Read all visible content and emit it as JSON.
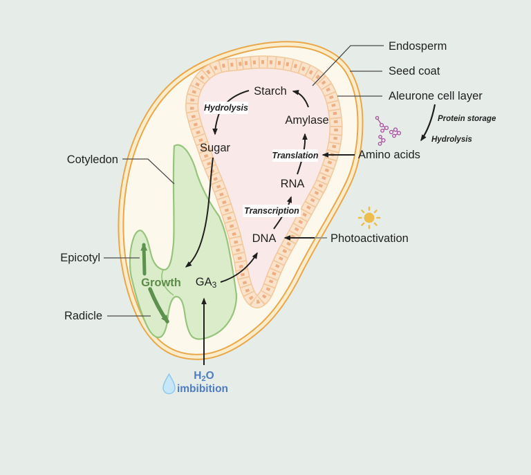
{
  "anatomy": {
    "endosperm": "Endosperm",
    "seed_coat": "Seed coat",
    "aleurone_cell_layer": "Aleurone cell layer",
    "cotyledon": "Cotyledon",
    "epicotyl": "Epicotyl",
    "radicle": "Radicle"
  },
  "pathway": {
    "starch": "Starch",
    "sugar": "Sugar",
    "amylase": "Amylase",
    "rna": "RNA",
    "dna": "DNA",
    "ga_base": "GA",
    "ga_subscript": "3",
    "growth": "Growth"
  },
  "processes": {
    "hydrolysis": "Hydrolysis",
    "translation": "Translation",
    "transcription": "Transcription",
    "protein_storage": "Protein storage",
    "protein_hydrolysis": "Hydrolysis"
  },
  "factors": {
    "amino_acids": "Amino acids",
    "photoactivation": "Photoactivation",
    "water_h": "H",
    "water_subscript": "2",
    "water_o": "O",
    "imbibition": "imbibition"
  },
  "icons": {
    "sun": "sun-icon",
    "water_droplet": "water-droplet-icon",
    "amino_molecules": "amino-acid-molecules-icon"
  },
  "colors": {
    "background": "#E6EDE9",
    "seed_outline": "#E9A74B",
    "seed_fill": "#FDF8EC",
    "seed_gap_line": "#FBEDCB",
    "endosperm_fill": "#F9E9E8",
    "aleurone_band": "#FBE2CA",
    "aleurone_cell_border": "#F1C79B",
    "aleurone_cell_dot": "#ECAE82",
    "embryo_fill": "#DAECCA",
    "embryo_outline": "#96C47D",
    "growth_green": "#5C8C49",
    "amino_purple": "#B157A5",
    "photo_gold": "#E3B04C",
    "sun_gold": "#ECBE4D",
    "water_blue": "#4E7CC0",
    "droplet_fill": "#C7E6F7",
    "droplet_outline": "#8FC7EB",
    "arrow_black": "#1F1F1F",
    "pointer_gray": "#4A4A4A"
  }
}
